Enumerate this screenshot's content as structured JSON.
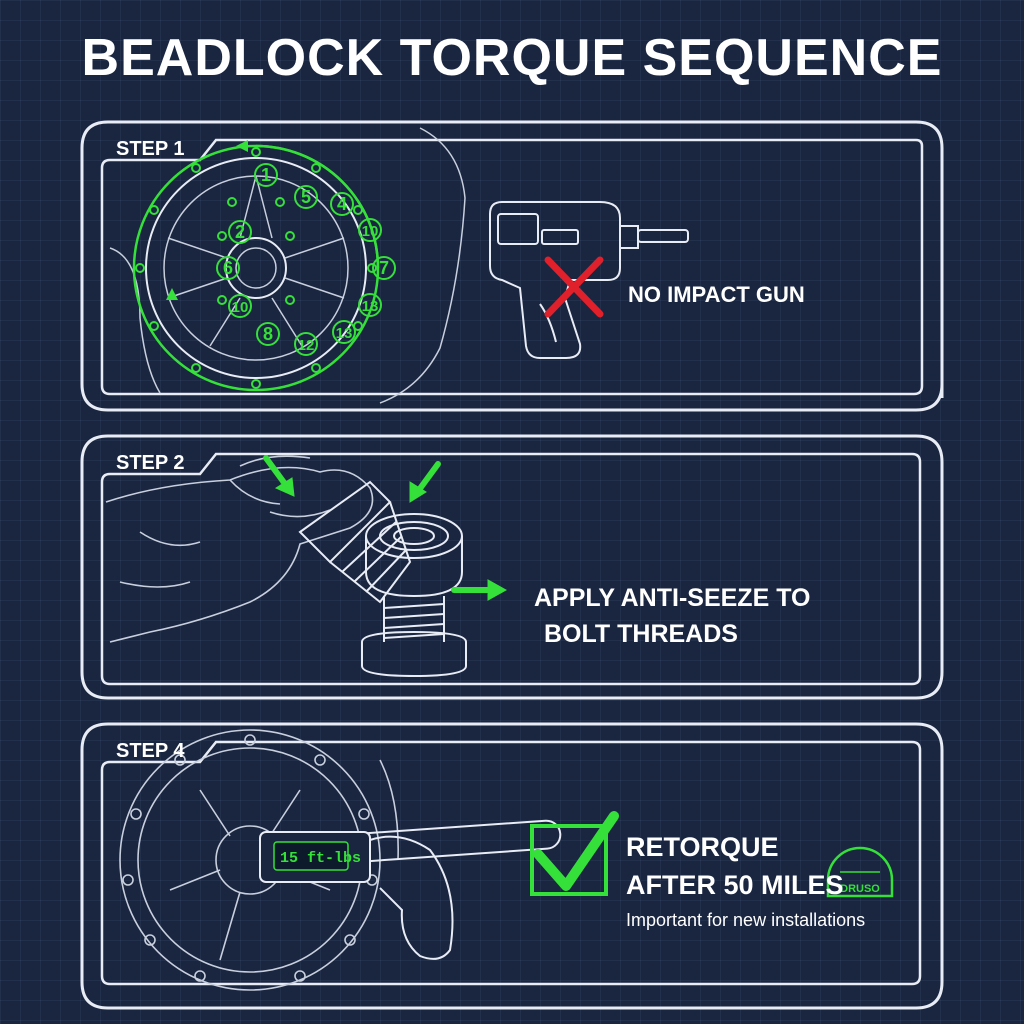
{
  "title": "BEADLOCK TORQUE SEQUENCE",
  "colors": {
    "background": "#1a2540",
    "line": "#e8ecf4",
    "accent_green": "#35e03a",
    "warning_red": "#e0202a"
  },
  "steps": [
    {
      "label": "STEP 1",
      "caption": "NO IMPACT GUN",
      "bolt_numbers": [
        "1",
        "5",
        "4",
        "2",
        "10",
        "6",
        "7",
        "10",
        "13",
        "8",
        "12",
        "13"
      ],
      "icons": [
        "wheel-bolt-pattern-icon",
        "impact-gun-icon",
        "red-x-icon"
      ]
    },
    {
      "label": "STEP 2",
      "caption_line1": "APPLY ANTI-SEEZE TO",
      "caption_line2": "BOLT THREADS",
      "icons": [
        "gloved-hand-icon",
        "brush-icon",
        "bolt-icon",
        "green-arrow-icon"
      ]
    },
    {
      "label": "STEP 4",
      "caption_line1": "RETORQUE",
      "caption_line2": "AFTER 50 MILES",
      "subcaption": "Important for new installations",
      "wrench_display": "15 ft-lbs",
      "gauge_text": "DRUSO",
      "icons": [
        "torque-wrench-icon",
        "green-check-icon",
        "gauge-icon"
      ]
    }
  ]
}
